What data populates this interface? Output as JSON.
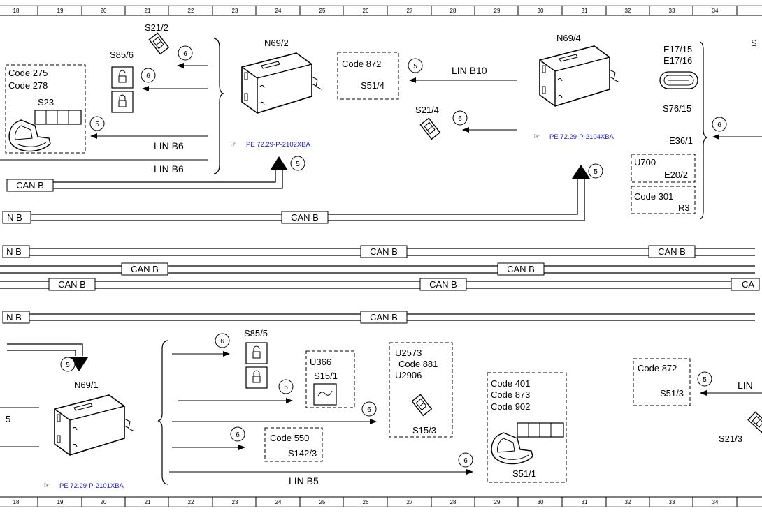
{
  "ruler": [
    "18",
    "19",
    "20",
    "21",
    "22",
    "23",
    "24",
    "25",
    "26",
    "27",
    "28",
    "29",
    "30",
    "31",
    "32",
    "33",
    "34"
  ],
  "can_label": "CAN B",
  "can_label_cut_left": "N B",
  "can_label_cut_right": "CA",
  "components": {
    "n69_2": "N69/2",
    "n69_4": "N69/4",
    "n69_1": "N69/1",
    "s21_2": "S21/2",
    "s85_6": "S85/6",
    "s21_4": "S21/4",
    "s23": "S23",
    "s85_5": "S85/5",
    "e17_15": "E17/15",
    "e17_16": "E17/16",
    "s76_15": "S76/15",
    "e36_1": "E36/1",
    "s51_3": "S51/3",
    "s21_3": "S21/3",
    "s15_3": "S15/3",
    "s51_1": "S51/1",
    "top_right_cut": "S"
  },
  "code_boxes": {
    "box_275": {
      "l1": "Code 275",
      "l2": "Code 278"
    },
    "box_872_top": {
      "l1": "Code 872",
      "l2": "S51/4"
    },
    "box_u700": {
      "l1": "U700",
      "l2": "E20/2"
    },
    "box_301": {
      "l1": "Code 301",
      "l2": "R3"
    },
    "box_u366": {
      "l1": "U366",
      "l2": "S15/1"
    },
    "box_550": {
      "l1": "Code 550",
      "l2": "S142/3"
    },
    "box_u2573": {
      "l1": "U2573",
      "l2": "Code 881",
      "l3": "U2906"
    },
    "box_401": {
      "l1": "Code 401",
      "l2": "Code 873",
      "l3": "Code 902"
    },
    "box_872_bot": {
      "l1": "Code 872",
      "l2": "S51/3"
    }
  },
  "lin": {
    "b6_a": "LIN B6",
    "b6_b": "LIN B6",
    "b10": "LIN B10",
    "b5": "LIN B5",
    "lin_cut": "LIN",
    "left_cut": "5"
  },
  "refs": {
    "n69_2": "PE 72.29-P-2102XBA",
    "n69_4": "PE 72.29-P-2104XBA",
    "n69_1": "PE 72.29-P-2101XBA"
  },
  "circle_numbers": {
    "five": "5",
    "six": "6"
  },
  "colors": {
    "line": "#000000",
    "ref_text": "#1a1adb",
    "background": "#ffffff"
  },
  "icons": [
    "window-switch-icon",
    "lock-switch-icon",
    "seat-switch-icon",
    "control-module-icon",
    "lamp-icon",
    "seat-heater-icon"
  ]
}
